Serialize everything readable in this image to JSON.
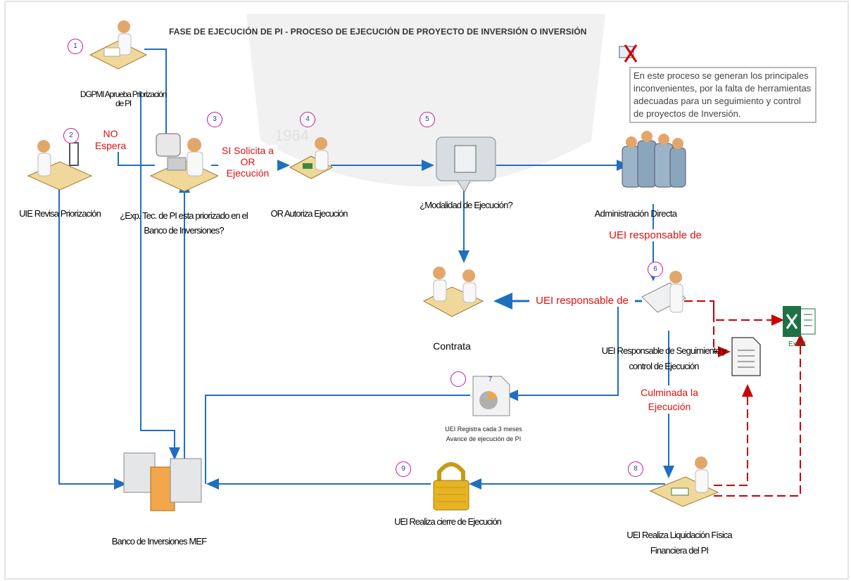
{
  "title": "FASE DE EJECUCIÓN DE PI - PROCESO DE EJECUCIÓN DE PROYECTO DE INVERSIÓN O INVERSIÓN",
  "watermark_year": "1964",
  "note": "En este proceso se generan los principales inconvenientes, por la falta de herramientas adecuadas para un seguimiento y control de proyectos de Inversión.",
  "nodes": {
    "dgpmi": "DGPMI Aprueba Priorización de PI",
    "uie": "UIE Revisa Priorización",
    "exp": "¿Exp. Tec. de PI esta priorizado en el Banco de Inversiones?",
    "or_auth": "OR Autoriza Ejecución",
    "modalidad": "¿Modalidad de Ejecución?",
    "admin": "Administración Directa",
    "contrata": "Contrata",
    "uei_seg": "UEI Responsable de Seguimiento y control de Ejecución",
    "uei_reg_1": "UEI Registra cada 3 meses",
    "uei_reg_2": "Avance de ejecución de PI",
    "uei_cierre": "UEI Realiza cierre de Ejecución",
    "uei_liq": "UEI Realiza Liquidación Física Financiera del PI",
    "banco": "Banco de Inversiones MEF",
    "excel": "Excel"
  },
  "conditions": {
    "no_espera": "NO Espera",
    "si_solicita": "SI Solicita a OR Ejecución",
    "uei_resp_1": "UEI responsable de",
    "uei_resp_2": "UEI responsable de",
    "culminada": "Culminada la Ejecución"
  },
  "steps": [
    "1",
    "2",
    "3",
    "4",
    "5",
    "6",
    "7",
    "8",
    "9"
  ],
  "colors": {
    "flow": "#1f6fc0",
    "doc_flow": "#c80000",
    "condition_text": "#e01010",
    "step_ring": "#c21a9c"
  }
}
